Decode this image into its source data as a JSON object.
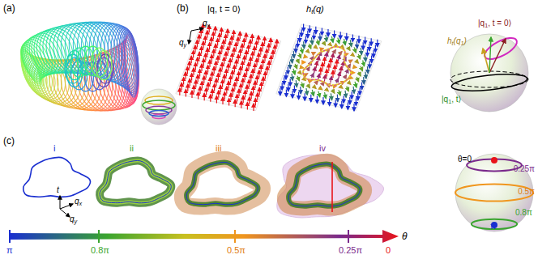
{
  "diagram": {
    "labels": [
      "(a)",
      "(b)",
      "|q, t = 0⟩",
      "qx",
      "qy",
      "ht(q)",
      "|q1, t = 0⟩",
      "ht(q1)",
      "|q1, t⟩",
      "(c)",
      "i",
      "ii",
      "iii",
      "iv",
      "t",
      "qx",
      "qy",
      "π",
      "0.8π",
      "0.5π",
      "0.25π",
      "0",
      "θ",
      "θ=0",
      "0.25π",
      "0.5π",
      "π",
      "0.8π"
    ]
  }
}
